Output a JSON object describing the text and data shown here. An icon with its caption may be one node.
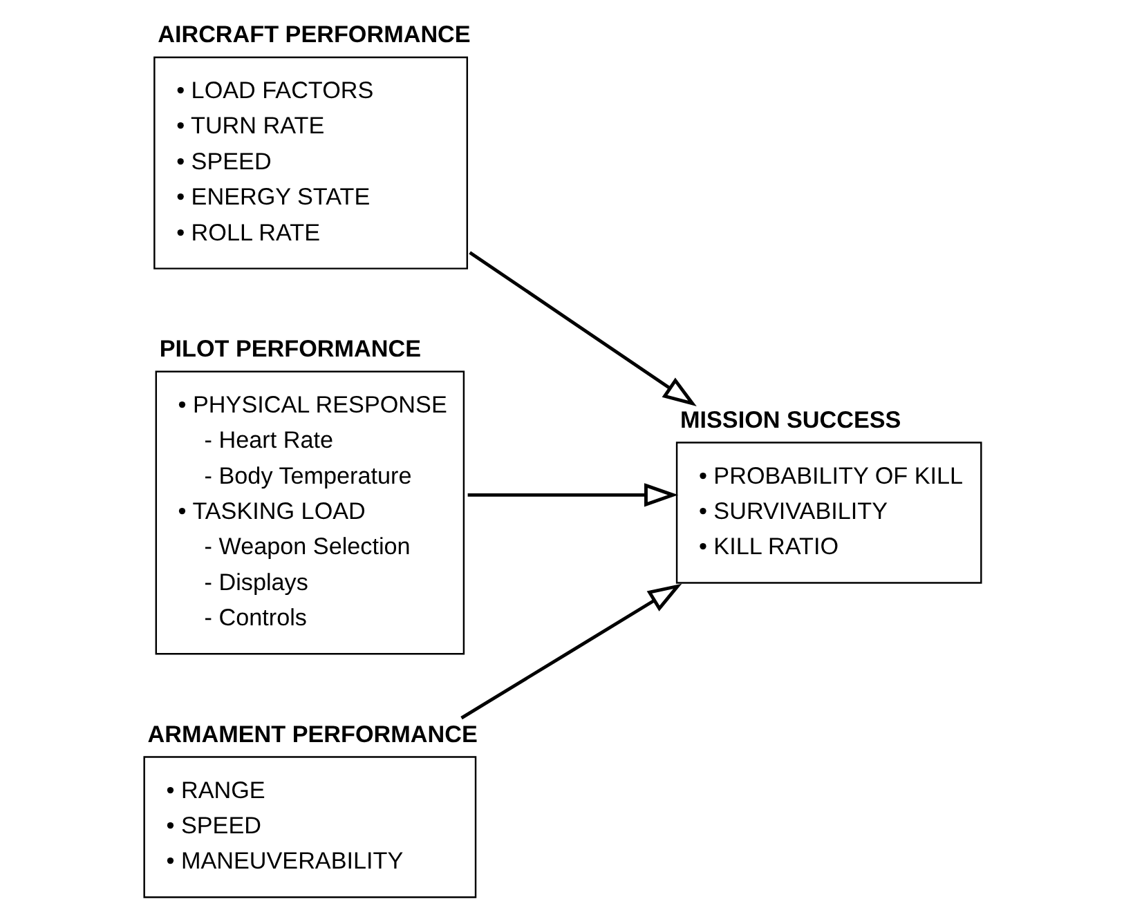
{
  "diagram": {
    "nodes": [
      {
        "text": [
          "AIRCRAFT PERFORMANCE",
          "• LOAD FACTORS",
          "• TURN RATE",
          "• SPEED",
          "• ENERGY STATE",
          "• ROLL RATE"
        ]
      },
      {
        "text": [
          "PILOT PERFORMANCE",
          "• PHYSICAL RESPONSE",
          "- Heart Rate",
          "- Body Temperature",
          "• TASKING LOAD",
          "- Weapon Selection",
          "- Displays",
          "- Controls"
        ]
      },
      {
        "text": [
          "ARMAMENT PERFORMANCE",
          "• RANGE",
          "• SPEED",
          "• MANEUVERABILITY"
        ]
      },
      {
        "text": [
          "MISSION SUCCESS",
          "• PROBABILITY OF KILL",
          "• SURVIVABILITY",
          "• KILL RATIO"
        ]
      }
    ],
    "edges": [
      {
        "from": 0,
        "to": 3,
        "arrow": "to"
      },
      {
        "from": 1,
        "to": 3,
        "arrow": "to"
      },
      {
        "from": 2,
        "to": 3,
        "arrow": "to"
      }
    ]
  }
}
